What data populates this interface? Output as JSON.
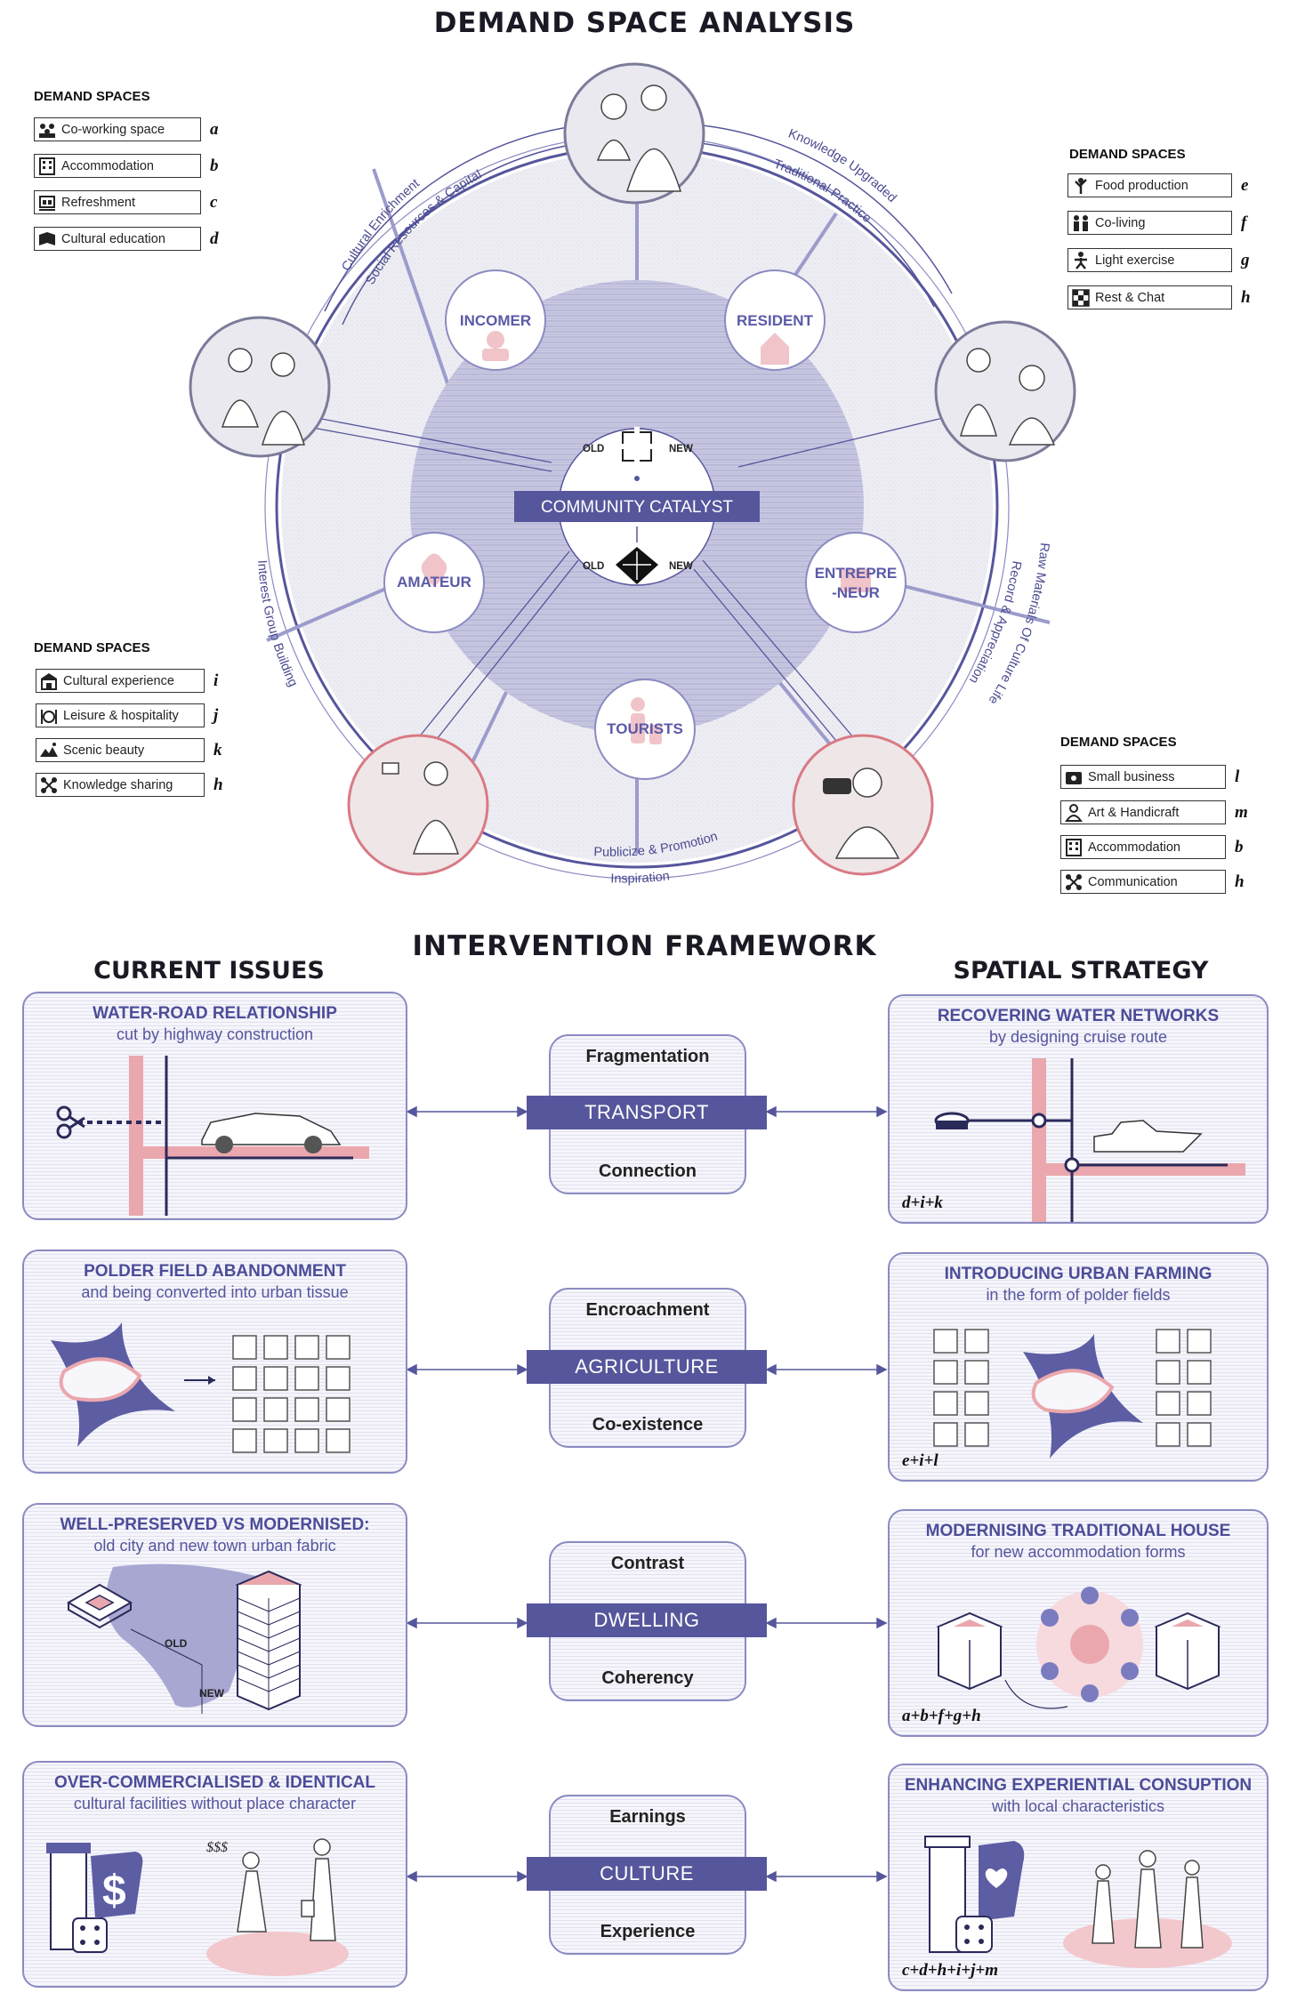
{
  "title": "DEMAND SPACE ANALYSIS",
  "diagram": {
    "center_label": "COMMUNITY CATALYST",
    "old_label": "OLD",
    "new_label": "NEW",
    "roles": [
      "INCOMER",
      "RESIDENT",
      "AMATEUR",
      "ENTREPRE",
      "-NEUR",
      "TOURISTS"
    ],
    "arc_labels": [
      "Cultural Enrichment",
      "Social Resources & Capital",
      "Knowledge Upgraded",
      "Traditional Practice",
      "Interest Group Building",
      "Raw Materials Of Culture Life",
      "Record & Appreciation",
      "Publicize & Promotion",
      "Inspiration"
    ]
  },
  "legends": {
    "top_left": {
      "title": "DEMAND SPACES",
      "items": [
        {
          "label": "Co-working space",
          "letter": "a",
          "icon": "people-group-icon"
        },
        {
          "label": "Accommodation",
          "letter": "b",
          "icon": "building-icon"
        },
        {
          "label": "Refreshment",
          "letter": "c",
          "icon": "cafe-icon"
        },
        {
          "label": "Cultural education",
          "letter": "d",
          "icon": "book-icon"
        }
      ]
    },
    "top_right": {
      "title": "DEMAND SPACES",
      "items": [
        {
          "label": "Food production",
          "letter": "e",
          "icon": "plant-icon"
        },
        {
          "label": "Co-living",
          "letter": "f",
          "icon": "family-icon"
        },
        {
          "label": "Light exercise",
          "letter": "g",
          "icon": "exercise-icon"
        },
        {
          "label": "Rest & Chat",
          "letter": "h",
          "icon": "checker-icon"
        }
      ]
    },
    "bottom_left": {
      "title": "DEMAND SPACES",
      "items": [
        {
          "label": "Cultural experience",
          "letter": "i",
          "icon": "shop-icon"
        },
        {
          "label": "Leisure & hospitality",
          "letter": "j",
          "icon": "dining-icon"
        },
        {
          "label": "Scenic beauty",
          "letter": "k",
          "icon": "landscape-icon"
        },
        {
          "label": "Knowledge sharing",
          "letter": "h",
          "icon": "network-icon"
        }
      ]
    },
    "bottom_right": {
      "title": "DEMAND SPACES",
      "items": [
        {
          "label": "Small business",
          "letter": "l",
          "icon": "wallet-icon"
        },
        {
          "label": "Art & Handicraft",
          "letter": "m",
          "icon": "artisan-icon"
        },
        {
          "label": "Accommodation",
          "letter": "b",
          "icon": "building-icon"
        },
        {
          "label": "Communication",
          "letter": "h",
          "icon": "network-icon"
        }
      ]
    }
  },
  "framework": {
    "title": "INTERVENTION FRAMEWORK",
    "left_heading": "CURRENT ISSUES",
    "right_heading": "SPATIAL STRATEGY",
    "rows": [
      {
        "issue_title": "WATER-ROAD RELATIONSHIP",
        "issue_sub": "cut by highway construction",
        "top": "Fragmentation",
        "theme": "TRANSPORT",
        "bottom": "Connection",
        "strategy_title": "RECOVERING WATER NETWORKS",
        "strategy_sub": "by designing cruise route",
        "code": "d+i+k"
      },
      {
        "issue_title": "POLDER FIELD ABANDONMENT",
        "issue_sub": "and being converted into urban tissue",
        "top": "Encroachment",
        "theme": "AGRICULTURE",
        "bottom": "Co-existence",
        "strategy_title": "INTRODUCING URBAN FARMING",
        "strategy_sub": "in the form of polder fields",
        "code": "e+i+l"
      },
      {
        "issue_title": "WELL-PRESERVED VS MODERNISED:",
        "issue_sub": "old city and new town urban fabric",
        "top": "Contrast",
        "theme": "DWELLING",
        "bottom": "Coherency",
        "strategy_title": "MODERNISING TRADITIONAL HOUSE",
        "strategy_sub": "for new accommodation forms",
        "code": "a+b+f+g+h",
        "old_tag": "OLD",
        "new_tag": "NEW"
      },
      {
        "issue_title": "OVER-COMMERCIALISED & IDENTICAL",
        "issue_sub": "cultural facilities without place character",
        "top": "Earnings",
        "theme": "CULTURE",
        "bottom": "Experience",
        "strategy_title": "ENHANCING EXPERIENTIAL CONSUPTION",
        "strategy_sub": "with local characteristics",
        "code": "c+d+h+i+j+m",
        "money_tag": "$$$"
      }
    ]
  },
  "colors": {
    "accent": "#56569c",
    "light_accent": "#8b8bc2",
    "pink": "#e8a8ae",
    "pink_line": "#d97a84"
  }
}
